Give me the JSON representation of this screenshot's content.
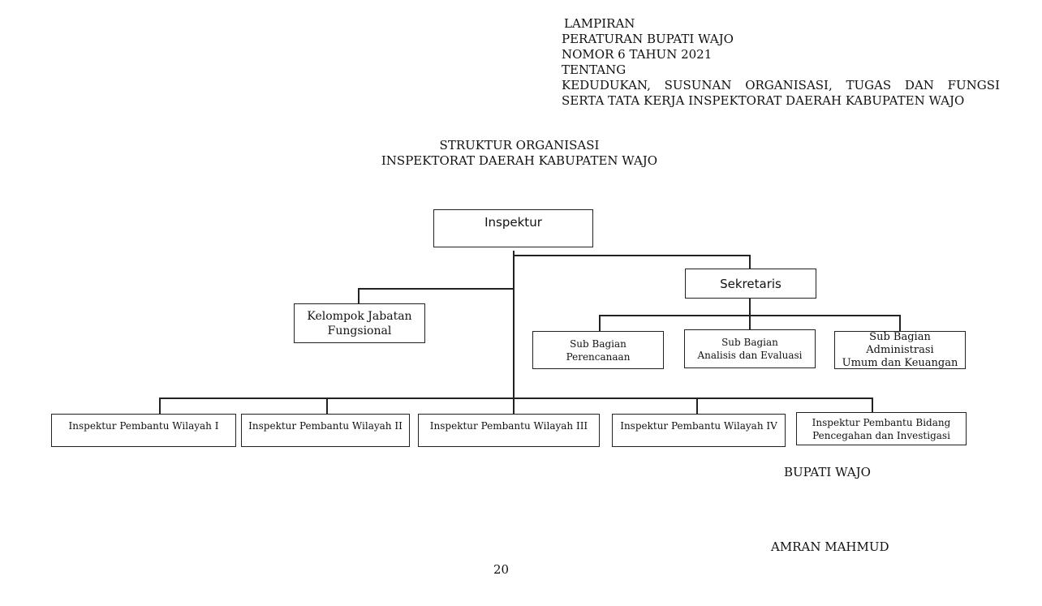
{
  "header": {
    "line1": "LAMPIRAN",
    "line2": "PERATURAN BUPATI WAJO",
    "line3": "NOMOR 6 TAHUN 2021",
    "line4": "TENTANG",
    "line5": "KEDUDUKAN, SUSUNAN ORGANISASI, TUGAS DAN FUNGSI",
    "line6": "SERTA TATA KERJA INSPEKTORAT DAERAH KABUPATEN WAJO"
  },
  "title": {
    "line1": "STRUKTUR ORGANISASI",
    "line2": "INSPEKTORAT DAERAH KABUPATEN WAJO"
  },
  "org": {
    "inspektur": "Inspektur",
    "sekretaris": "Sekretaris",
    "fungsional": "Kelompok Jabatan\nFungsional",
    "sub_perencanaan": "Sub Bagian\nPerencanaan",
    "sub_analisis": "Sub Bagian\nAnalisis dan Evaluasi",
    "sub_administrasi": "Sub Bagian Administrasi\nUmum dan Keuangan",
    "wilayah_1": "Inspektur Pembantu Wilayah I",
    "wilayah_2": "Inspektur Pembantu Wilayah II",
    "wilayah_3": "Inspektur Pembantu Wilayah III",
    "wilayah_4": "Inspektur Pembantu Wilayah IV",
    "bidang_pencegahan": "Inspektur Pembantu Bidang\nPencegahan dan Investigasi"
  },
  "signature": {
    "office": "BUPATI WAJO",
    "name": "AMRAN MAHMUD"
  },
  "page_number": "20"
}
